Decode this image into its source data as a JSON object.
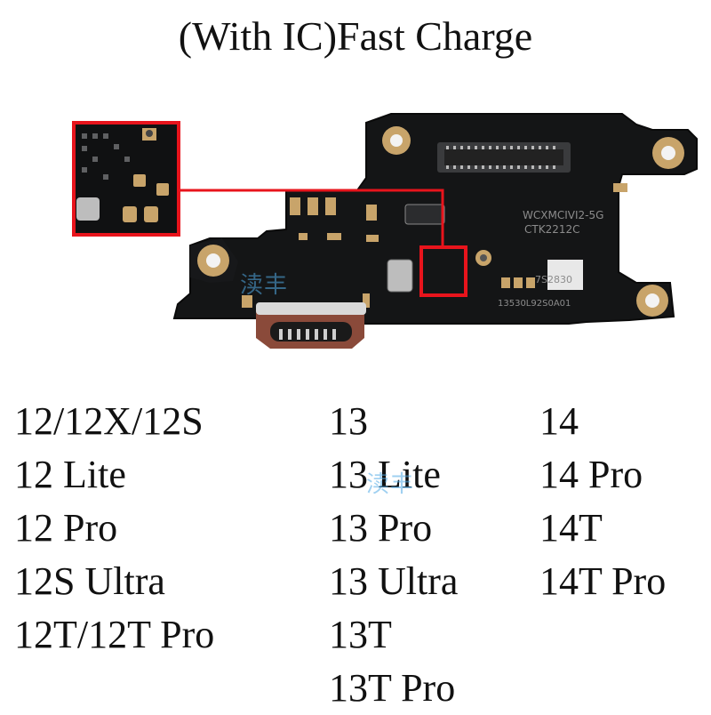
{
  "title": "(With IC)Fast Charge",
  "board": {
    "label_model": "WCXMCIVI2-5G",
    "label_code": "CTK2212C",
    "label_serial": "13530L92S0A01",
    "label_small": "7S2830"
  },
  "watermark": "渎丰",
  "models": {
    "column_1": [
      "12/12X/12S",
      "12 Lite",
      "12 Pro",
      "12S Ultra",
      "12T/12T Pro"
    ],
    "column_2": [
      "13",
      "13 Lite",
      "13 Pro",
      "13 Ultra",
      "13T",
      "13T Pro"
    ],
    "column_3": [
      "14",
      "14 Pro",
      "14T",
      "14T Pro"
    ]
  },
  "colors": {
    "highlight": "#e8141c",
    "board": "#141516",
    "copper": "#c8a46a",
    "connector": "#8a4a3a"
  }
}
